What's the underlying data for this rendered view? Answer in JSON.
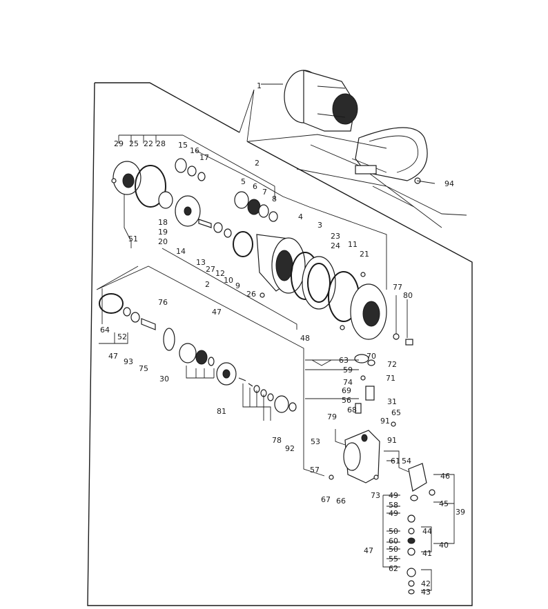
{
  "diagram": {
    "part_numbers": {
      "p1": "1",
      "p2": "2",
      "p2b": "2",
      "p3": "3",
      "p4": "4",
      "p5": "5",
      "p6": "6",
      "p7": "7",
      "p8": "8",
      "p9": "9",
      "p10": "10",
      "p11": "11",
      "p12": "12",
      "p13": "13",
      "p14": "14",
      "p15": "15",
      "p16": "16",
      "p17": "17",
      "p18": "18",
      "p19": "19",
      "p20": "20",
      "p21": "21",
      "p22": "22",
      "p23": "23",
      "p24": "24",
      "p25": "25",
      "p26": "26",
      "p27": "27",
      "p28": "28",
      "p29": "29",
      "p30": "30",
      "p31": "31",
      "p39": "39",
      "p40": "40",
      "p41": "41",
      "p42": "42",
      "p43": "43",
      "p44": "44",
      "p45": "45",
      "p46": "46",
      "p47a": "47",
      "p47b": "47",
      "p47c": "47",
      "p48": "48",
      "p49a": "49",
      "p49b": "49",
      "p50a": "50",
      "p50b": "50",
      "p51": "51",
      "p52": "52",
      "p53": "53",
      "p54": "54",
      "p55": "55",
      "p56": "56",
      "p57": "57",
      "p58": "58",
      "p59": "59",
      "p60": "60",
      "p61": "61",
      "p62": "62",
      "p63": "63",
      "p64": "64",
      "p65": "65",
      "p66": "66",
      "p67": "67",
      "p68": "68",
      "p69": "69",
      "p70": "70",
      "p71": "71",
      "p72": "72",
      "p73": "73",
      "p74": "74",
      "p75": "75",
      "p76": "76",
      "p77": "77",
      "p78": "78",
      "p79": "79",
      "p80": "80",
      "p81": "81",
      "p91a": "91",
      "p91b": "91",
      "p92": "92",
      "p93": "93",
      "p94": "94"
    }
  }
}
